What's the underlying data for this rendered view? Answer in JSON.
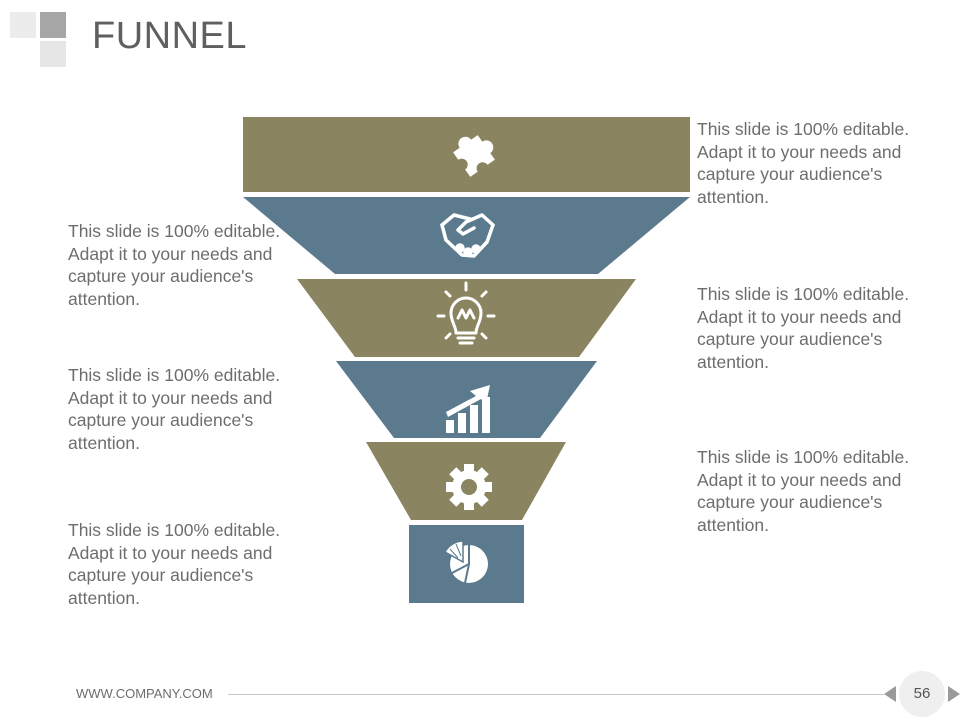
{
  "header": {
    "title": "FUNNEL"
  },
  "colors": {
    "olive": "#8b8460",
    "slate": "#5b7a8e",
    "text": "#6d6d6d"
  },
  "funnel": {
    "stages": [
      {
        "icon": "puzzle-icon",
        "color": "olive"
      },
      {
        "icon": "handshake-icon",
        "color": "slate"
      },
      {
        "icon": "lightbulb-icon",
        "color": "olive"
      },
      {
        "icon": "growth-chart-icon",
        "color": "slate"
      },
      {
        "icon": "gear-icon",
        "color": "olive"
      },
      {
        "icon": "pie-chart-icon",
        "color": "slate"
      }
    ]
  },
  "descriptions": {
    "right_1": "This slide is 100% editable. Adapt it to your needs and capture your audience's attention.",
    "left_1": "This slide is 100% editable. Adapt it to your needs and capture your audience's attention.",
    "right_2": "This slide is 100% editable. Adapt it to your needs and capture your audience's attention.",
    "left_2": "This slide is 100% editable. Adapt it to your needs and capture your audience's attention.",
    "right_3": "This slide is 100% editable. Adapt it to your needs and capture your audience's attention.",
    "left_3": "This slide is 100% editable. Adapt it to your needs and capture your audience's attention."
  },
  "footer": {
    "url": "WWW.COMPANY.COM",
    "page_number": "56"
  }
}
